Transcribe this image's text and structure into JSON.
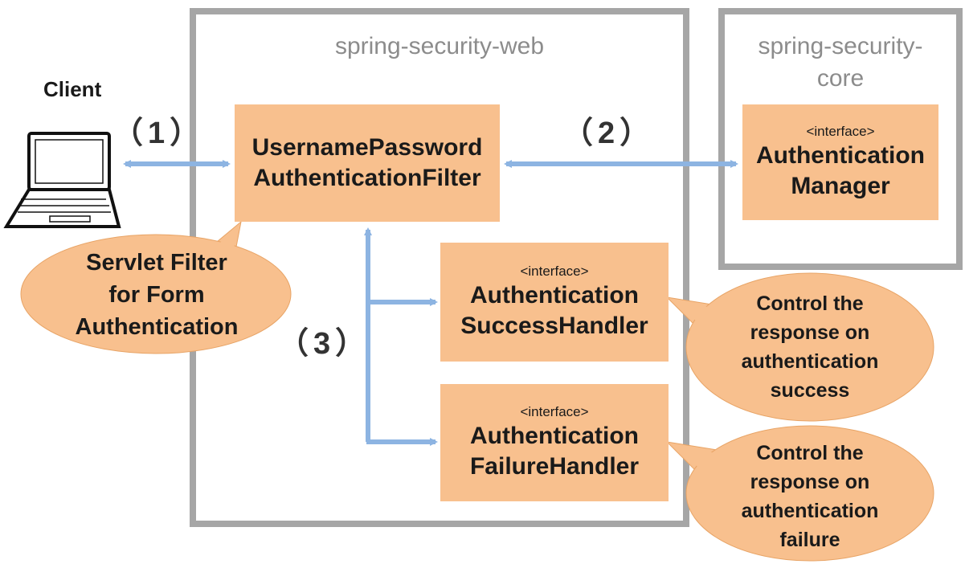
{
  "client": {
    "label": "Client"
  },
  "containers": {
    "web": {
      "title": "spring-security-web"
    },
    "core": {
      "title": "spring-security-\ncore"
    }
  },
  "components": {
    "filter": {
      "name": "UsernamePassword\nAuthenticationFilter"
    },
    "manager": {
      "stereotype": "<interface>",
      "name": "Authentication\nManager"
    },
    "success": {
      "stereotype": "<interface>",
      "name": "Authentication\nSuccessHandler"
    },
    "failure": {
      "stereotype": "<interface>",
      "name": "Authentication\nFailureHandler"
    }
  },
  "callouts": {
    "filter": "Servlet Filter\nfor Form\nAuthentication",
    "success": "Control the\nresponse on\nauthentication\nsuccess",
    "failure": "Control the\nresponse on\nauthentication\nfailure"
  },
  "steps": {
    "one": "（1）",
    "two": "（2）",
    "three": "（3）"
  },
  "colors": {
    "component_fill": "#f8c08e",
    "arrow": "#8db4e2",
    "container_border": "#a6a6a6",
    "container_title": "#8c8c8c"
  }
}
